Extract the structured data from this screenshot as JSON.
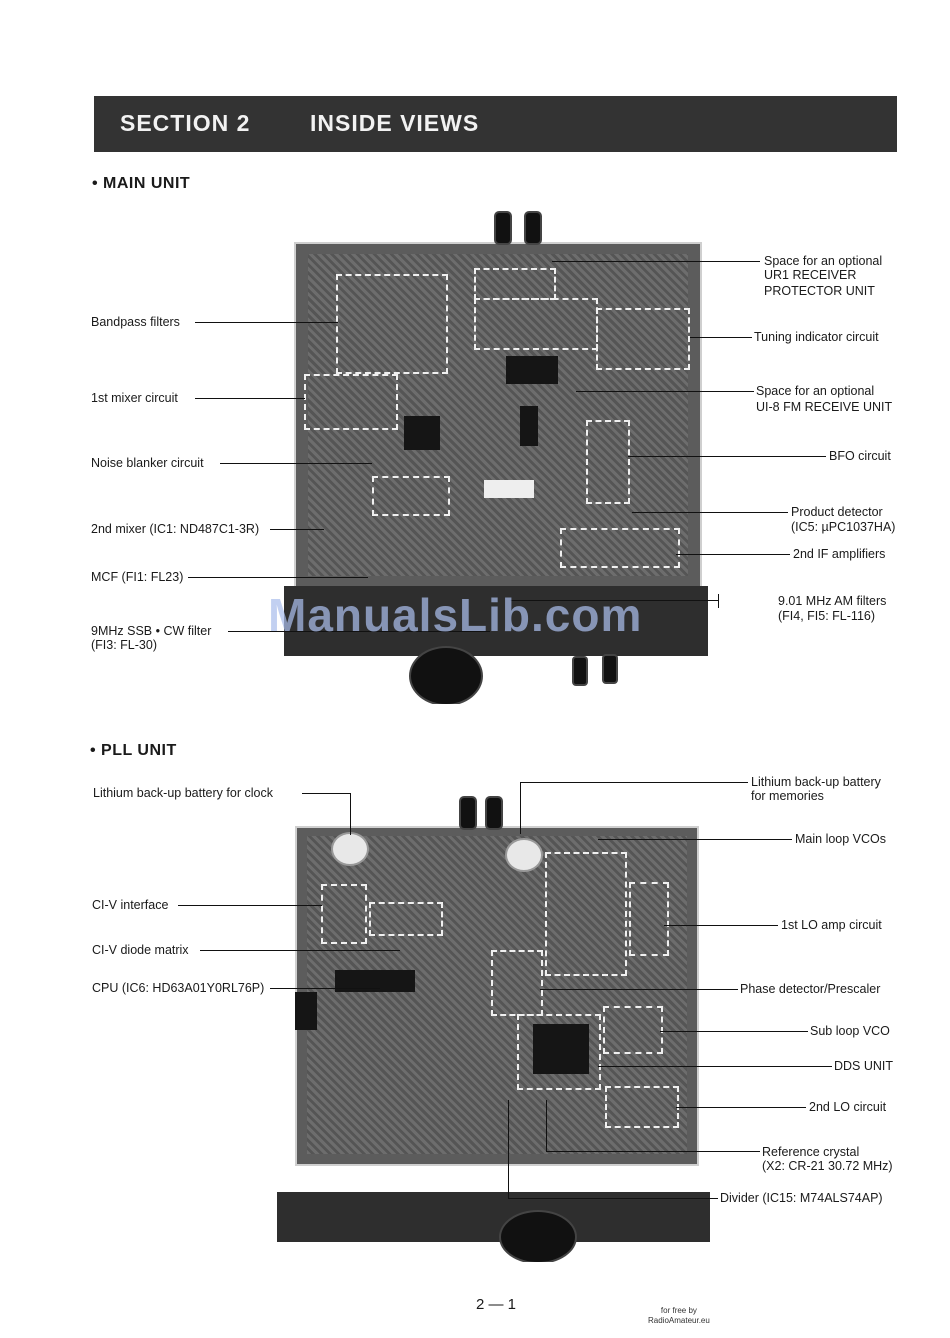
{
  "header": {
    "section": "SECTION 2",
    "title": "INSIDE VIEWS"
  },
  "main_unit": {
    "heading": "• MAIN UNIT",
    "labels_left": [
      "Bandpass filters",
      "1st mixer circuit",
      "Noise blanker circuit",
      "2nd mixer (IC1: ND487C1-3R)",
      "MCF (FI1: FL23)",
      "9MHz SSB • CW filter",
      "(FI3: FL-30)"
    ],
    "labels_right": [
      "Space for an optional",
      "UR1 RECEIVER",
      "PROTECTOR UNIT",
      "Tuning indicator circuit",
      "Space for an optional",
      "UI-8 FM RECEIVE UNIT",
      "BFO circuit",
      "Product detector",
      "(IC5: µPC1037HA)",
      "2nd IF amplifiers",
      "9.01 MHz AM filters",
      "(FI4, FI5: FL-116)"
    ]
  },
  "pll_unit": {
    "heading": "• PLL UNIT",
    "labels_left": [
      "Lithium back-up battery for clock",
      "CI-V interface",
      "CI-V diode matrix",
      "CPU (IC6: HD63A01Y0RL76P)"
    ],
    "labels_right": [
      "Lithium back-up battery",
      "for memories",
      "Main loop VCOs",
      "1st LO amp circuit",
      "Phase detector/Prescaler",
      "Sub loop VCO",
      "DDS UNIT",
      "2nd LO circuit",
      "Reference crystal",
      "(X2: CR-21 30.72 MHz)",
      "Divider (IC15: M74ALS74AP)"
    ]
  },
  "watermark": "ManualsLib.com",
  "page_number": "2 — 1",
  "footer": {
    "line1": "for free by",
    "line2": "RadioAmateur.eu"
  }
}
